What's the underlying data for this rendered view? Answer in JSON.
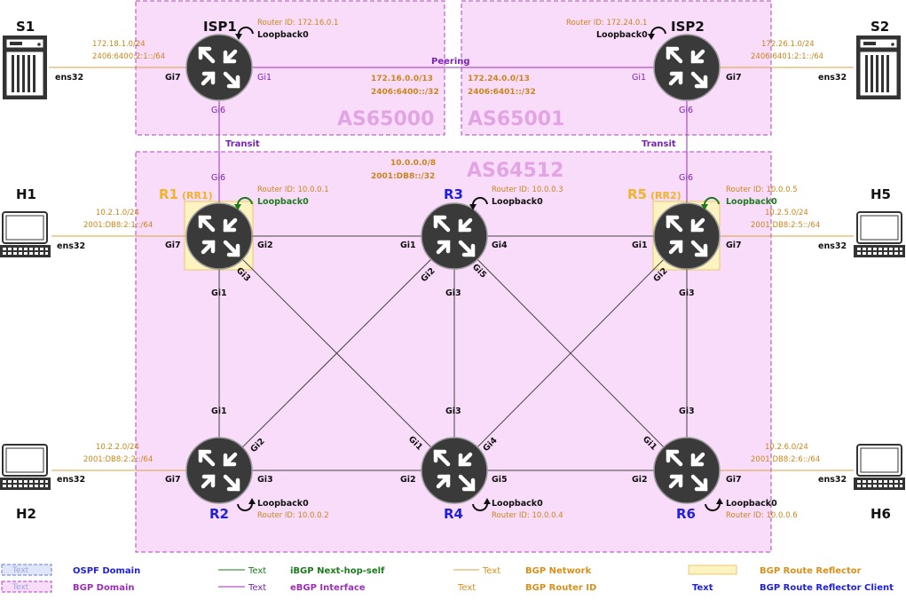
{
  "as_domains": {
    "as65000": "AS65000",
    "as65001": "AS65001",
    "as64512": "AS64512"
  },
  "prefixes": {
    "as64512_v4": "10.0.0.0/8",
    "as64512_v6": "2001:DB8::/32",
    "isp1_v4": "172.16.0.0/13",
    "isp1_v6": "2406:6400::/32",
    "isp2_v4": "172.24.0.0/13",
    "isp2_v6": "2406:6401::/32"
  },
  "links": {
    "peering": "Peering",
    "transit_left": "Transit",
    "transit_right": "Transit"
  },
  "routers": {
    "isp1": {
      "name": "ISP1",
      "router_id": "Router ID: 172.16.0.1",
      "loopback": "Loopback0"
    },
    "isp2": {
      "name": "ISP2",
      "router_id": "Router ID: 172.24.0.1",
      "loopback": "Loopback0"
    },
    "r1": {
      "name": "R1",
      "tag": "(RR1)",
      "router_id": "Router ID: 10.0.0.1",
      "loopback": "Loopback0"
    },
    "r2": {
      "name": "R2",
      "router_id": "Router ID: 10.0.0.2",
      "loopback": "Loopback0"
    },
    "r3": {
      "name": "R3",
      "router_id": "Router ID: 10.0.0.3",
      "loopback": "Loopback0"
    },
    "r4": {
      "name": "R4",
      "router_id": "Router ID: 10.0.0.4",
      "loopback": "Loopback0"
    },
    "r5": {
      "name": "R5",
      "tag": "(RR2)",
      "router_id": "Router ID: 10.0.0.5",
      "loopback": "Loopback0"
    },
    "r6": {
      "name": "R6",
      "router_id": "Router ID: 10.0.0.6",
      "loopback": "Loopback0"
    }
  },
  "interfaces": {
    "isp1_gi7": "Gi7",
    "isp1_gi1": "Gi1",
    "isp1_gi6": "Gi6",
    "isp2_gi1": "Gi1",
    "isp2_gi7": "Gi7",
    "isp2_gi6": "Gi6",
    "r1_gi6": "Gi6",
    "r1_gi7": "Gi7",
    "r1_gi2": "Gi2",
    "r1_gi3": "Gi3",
    "r1_gi1": "Gi1",
    "r3_gi1": "Gi1",
    "r3_gi4": "Gi4",
    "r3_gi2": "Gi2",
    "r3_gi5": "Gi5",
    "r3_gi3": "Gi3",
    "r5_gi6": "Gi6",
    "r5_gi1": "Gi1",
    "r5_gi7": "Gi7",
    "r5_gi2": "Gi2",
    "r5_gi3": "Gi3",
    "r2_gi1": "Gi1",
    "r2_gi2": "Gi2",
    "r2_gi7": "Gi7",
    "r2_gi3": "Gi3",
    "r4_gi3": "Gi3",
    "r4_gi1": "Gi1",
    "r4_gi4": "Gi4",
    "r4_gi2": "Gi2",
    "r4_gi5": "Gi5",
    "r6_gi3": "Gi3",
    "r6_gi1": "Gi1",
    "r6_gi2": "Gi2",
    "r6_gi7": "Gi7"
  },
  "hosts": {
    "s1": {
      "name": "S1",
      "iface": "ens32",
      "v4": "172.18.1.0/24",
      "v6": "2406:6400:2:1::/64"
    },
    "s2": {
      "name": "S2",
      "iface": "ens32",
      "v4": "172.26.1.0/24",
      "v6": "2406:6401:2:1::/64"
    },
    "h1": {
      "name": "H1",
      "iface": "ens32",
      "v4": "10.2.1.0/24",
      "v6": "2001:DB8:2:1::/64"
    },
    "h5": {
      "name": "H5",
      "iface": "ens32",
      "v4": "10.2.5.0/24",
      "v6": "2001:DB8:2:5::/64"
    },
    "h2": {
      "name": "H2",
      "iface": "ens32",
      "v4": "10.2.2.0/24",
      "v6": "2001:DB8:2:2::/64"
    },
    "h6": {
      "name": "H6",
      "iface": "ens32",
      "v4": "10.2.6.0/24",
      "v6": "2001:DB8:2:6::/64"
    }
  },
  "legend": {
    "sample_text": "Text",
    "ospf_domain": "OSPF Domain",
    "bgp_domain": "BGP  Domain",
    "ibgp": "iBGP Next-hop-self",
    "ebgp": "eBGP Interface",
    "bgp_network": "BGP Network",
    "bgp_router_id": "BGP Router ID",
    "bgp_rr": "BGP Route Reflector",
    "bgp_rr_client": "BGP Route Reflector Client"
  },
  "colors": {
    "bgp_domain_fill": "#f9dcf9",
    "bgp_domain_border": "#b040c0",
    "ospf_domain_border": "#6a7ad8",
    "ebgp_line": "#9a2fb8",
    "ibgp_line": "#1e7a1e",
    "network_line": "#d8a040",
    "rr_fill": "#fdf3c0",
    "router_fill": "#3a3a3a",
    "label_orange": "#c9861c",
    "label_blue": "#1f1fdc"
  }
}
